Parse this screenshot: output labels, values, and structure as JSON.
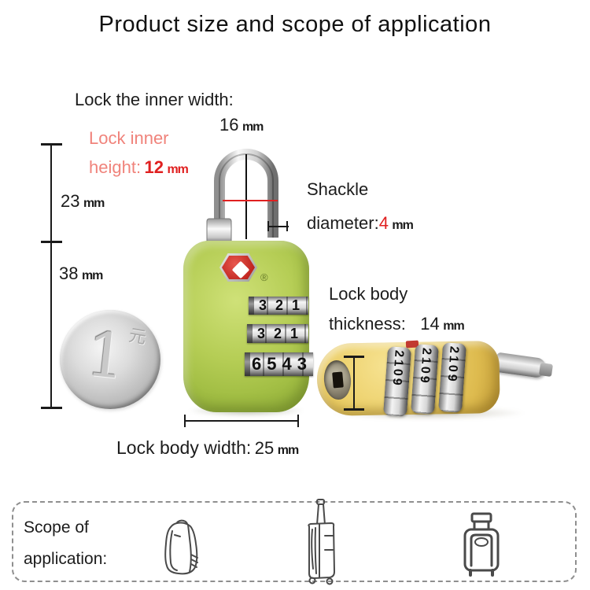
{
  "title": "Product size and scope of application",
  "colors": {
    "lock_green": "#b5cd55",
    "lock_yellow": "#eccf68",
    "accent_red": "#e02020",
    "label_coral": "#f0837b",
    "chrome": "#d9d9d9",
    "text": "#1a1a1a"
  },
  "annotations": {
    "inner_width": {
      "label": "Lock the inner width:",
      "value": "16",
      "unit": "mm"
    },
    "inner_height": {
      "label_line1": "Lock inner",
      "label_line2": "height:",
      "value": "12",
      "unit": "mm"
    },
    "left_dim_top": {
      "value": "23",
      "unit": "mm"
    },
    "left_dim_bottom": {
      "value": "38",
      "unit": "mm"
    },
    "shackle_diameter": {
      "label_line1": "Shackle",
      "label_line2": "diameter:",
      "value": "4",
      "unit": "mm"
    },
    "body_thickness": {
      "label_line1": "Lock body",
      "label_line2": "thickness:",
      "value": "14",
      "unit": "mm"
    },
    "body_width": {
      "label": "Lock body width:",
      "value": "25",
      "unit": "mm"
    }
  },
  "green_lock": {
    "dial_rows": [
      "321",
      "321",
      "6543"
    ],
    "registered_mark": "®"
  },
  "yellow_lock": {
    "dial_digits": [
      "2109",
      "2109",
      "2109"
    ]
  },
  "coin": {
    "numeral": "1",
    "currency_char": "元"
  },
  "scope": {
    "label_line1": "Scope of",
    "label_line2": "application:",
    "icons": [
      "backpack-icon",
      "trolley-luggage-icon",
      "suitcase-icon"
    ]
  }
}
